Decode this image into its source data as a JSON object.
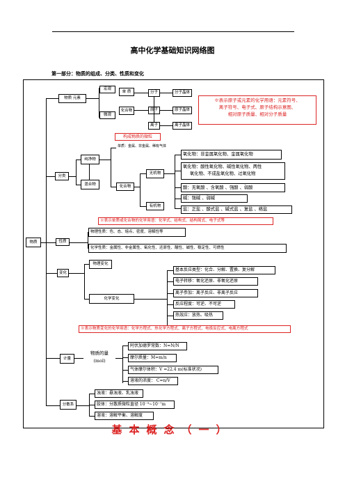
{
  "title": "高中化学基础知识网络图",
  "subtitle": "第一部分：物质的组成、分类、性质和变化",
  "root": "物质",
  "comp": {
    "label": "物质 元素",
    "wh": "宏观",
    "wg": "微观",
    "nodes": [
      "单 质",
      "化合物",
      "分子",
      "原子",
      "离子"
    ],
    "crystals": [
      "分子晶体",
      "原子晶体",
      "离子晶体"
    ],
    "note": [
      "※表示原子或元素的化学用语：元素符号、",
      "离子符号、电子式、原子结构示意图、",
      "相对原子质量、相对分子质量"
    ]
  },
  "classify": {
    "label": "分类",
    "gl": "构成物质的微粒",
    "pure": "纯净物",
    "mix": "混合物",
    "elem": "单质：金属、非金属、稀有气体",
    "comp": "化合物",
    "inorg": "无机物",
    "org": "有机物",
    "items": [
      "氧化物：非金属氧化物、金属氧化物",
      "氧化物：酸性氧化物、碱性氧化物、两性",
      "氧化物、不成盐氧化物、过氧化物",
      "酸：无氧酸 、含氧酸 、强酸 、弱酸",
      "碱：强碱  、弱碱",
      "盐：正盐 、酸式盐 、碱式盐 、复盐 、络盐"
    ],
    "note": "※表示单质或化合物的化学用语：化学式、结构式、结构简式、电子式等"
  },
  "prop": {
    "label": "性质",
    "phys": "物理性质：色、态、熔点、密度、溶解性等",
    "chem": "化学性质：金属性、非金属性、氧化性、还原性、酸性、碱性、稳定性、可燃性"
  },
  "change": {
    "label": "变化",
    "phys": "物理变化",
    "chem": "化学变化",
    "items": [
      "基本反应类型：化合、分解、置换、复分解",
      "电子转移：氧化还原、非氧化还原",
      "离子参加：离子反应、非离子反应",
      "反应程度：可逆、不可逆",
      "热效应：放热、吸热"
    ],
    "note": "※表示物质变化的化学用语：化学方程式、热化学方程式、离子方程式、电极反应式、电离方程式"
  },
  "measure": {
    "label": "计量",
    "amount": "物质的量",
    "unit": "(mol)",
    "items": [
      "阿伏加德罗常数：N=N/N",
      "摩尔质量：M=m/n",
      "气体摩尔体积：V =22.4 m(标准状况)",
      "溶液的浓度： C=n/V"
    ]
  },
  "disp": {
    "label": "分散系",
    "items": [
      "浊液：悬浊液、乳浊液",
      "胶体：分散质微粒直径 10⁻⁹~10⁻⁷m",
      "溶液：溶解平衡、溶解度"
    ]
  },
  "footer": "基本概念（一）"
}
